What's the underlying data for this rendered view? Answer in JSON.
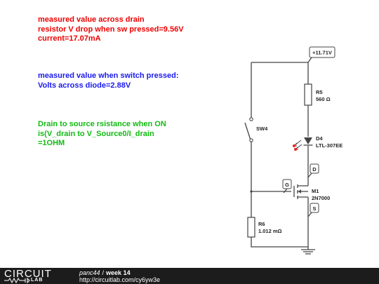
{
  "notes": {
    "red": {
      "text": "measured value across drain\nresistor V drop when sw pressed=9.56V\ncurrent=17.07mA",
      "color": "#ee0000"
    },
    "blue": {
      "text": "measured value when switch pressed:\nVolts across diode=2.88V",
      "color": "#1a1aee"
    },
    "green": {
      "text": "Drain to source rsistance when ON\nis(V_drain to V_Source0/I_drain\n=1OHM",
      "color": "#11bb11"
    }
  },
  "schematic": {
    "supply": "+11.71V",
    "switch": {
      "name": "SW4"
    },
    "r5": {
      "name": "R5",
      "value": "560 Ω"
    },
    "d4": {
      "name": "D4",
      "part": "LTL-307EE",
      "led_color": "#ee2222"
    },
    "m1": {
      "name": "M1",
      "part": "2N7000"
    },
    "r6": {
      "name": "R6",
      "value": "1.012 mΩ"
    },
    "tags": {
      "drain": "D",
      "gate": "G",
      "source": "S"
    }
  },
  "footer": {
    "logo_top": "CIRCUIT",
    "logo_bottom": "LAB",
    "user": "panc44",
    "separator": "/",
    "title": "week 14",
    "url": "http://circuitlab.com/cy6yw3e"
  }
}
